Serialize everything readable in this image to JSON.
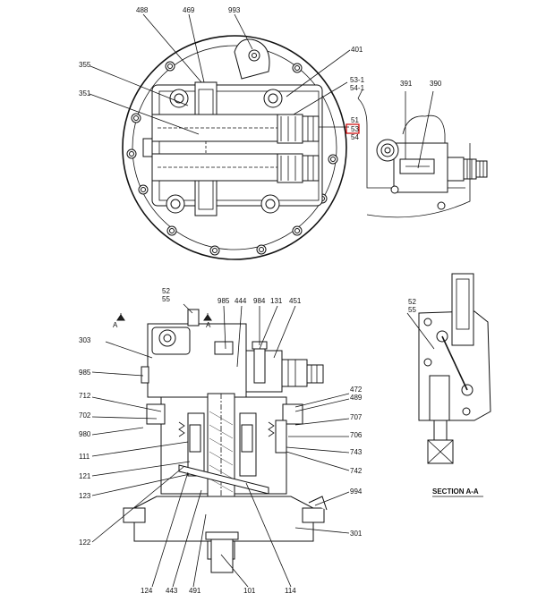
{
  "diagram": {
    "top_view_labels": [
      "488",
      "469",
      "993",
      "401",
      "355",
      "53-1",
      "54-1",
      "351",
      "51",
      "53",
      "54"
    ],
    "detail_labels": [
      "391",
      "390"
    ],
    "section_labels_left": [
      "303",
      "985",
      "712",
      "702",
      "980",
      "111",
      "121",
      "123",
      "122",
      "124",
      "443",
      "491",
      "101",
      "114"
    ],
    "section_labels_top": [
      "52",
      "55",
      "985",
      "444",
      "984",
      "131",
      "451"
    ],
    "section_labels_right": [
      "472",
      "489",
      "707",
      "706",
      "743",
      "742",
      "994",
      "301"
    ],
    "section_marker": "A",
    "section_a_labels": [
      "52",
      "55"
    ],
    "section_caption": "SECTION  A-A",
    "highlight_color": "#cc0000"
  }
}
